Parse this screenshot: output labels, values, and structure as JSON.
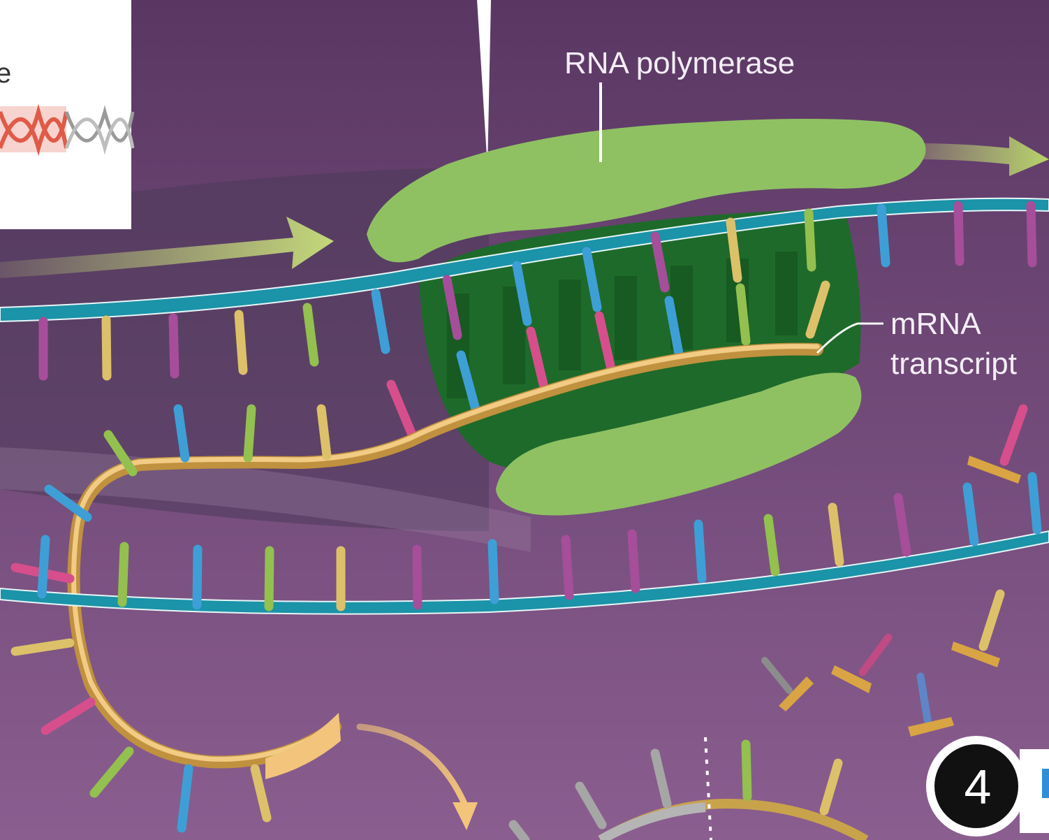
{
  "labels": {
    "inset_partial_text": "e",
    "rna_polymerase": "RNA polymerase",
    "mrna_line1": "mRNA",
    "mrna_line2": "transcript",
    "step_number": "4"
  },
  "colors": {
    "background_top": "#5a3763",
    "background_bottom": "#8a5e8f",
    "dna_backbone": "#1b93a8",
    "polymerase_light": "#8fc163",
    "polymerase_dark": "#1e6a2a",
    "mrna": "#e2b25a",
    "arrow": "#c4d87a",
    "base_purple": "#a64e9a",
    "base_yellow": "#dcc16a",
    "base_green": "#93c04f",
    "base_blue": "#3e9fd6",
    "base_pink": "#d64f8c",
    "base_gray": "#a6a6a6"
  }
}
